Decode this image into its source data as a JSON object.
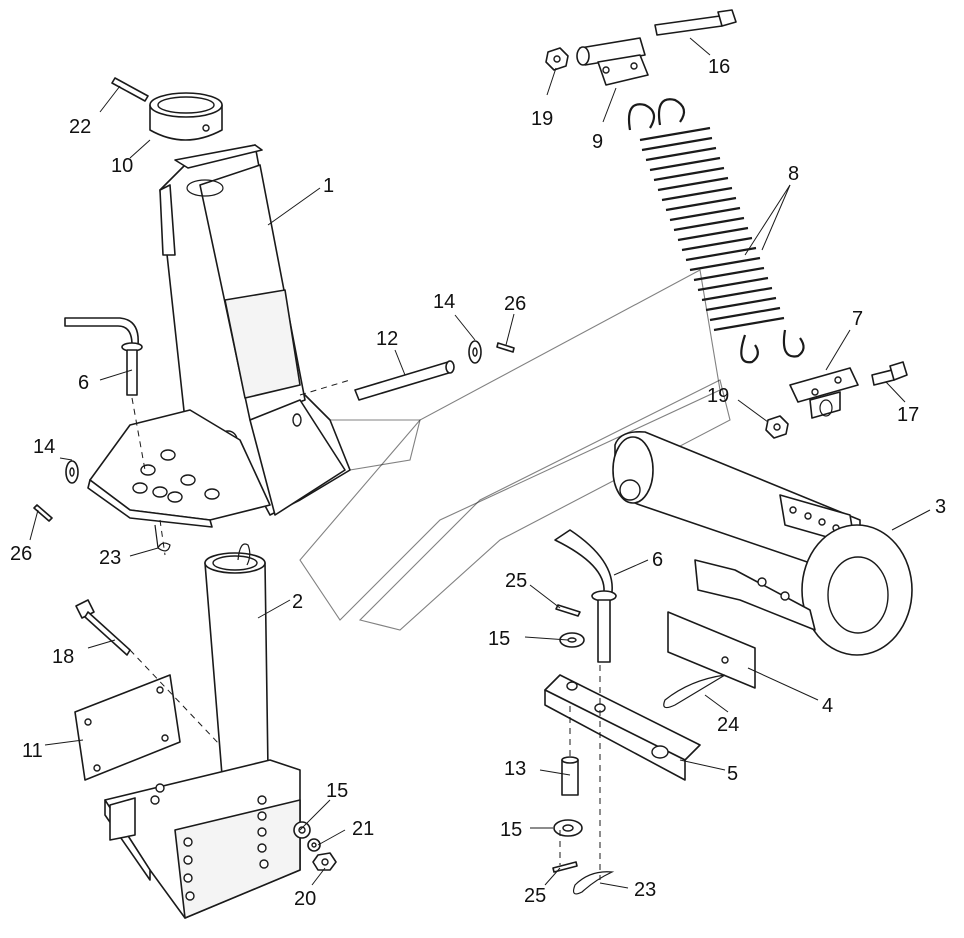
{
  "labels": {
    "l1": "1",
    "l2": "2",
    "l3": "3",
    "l4": "4",
    "l5": "5",
    "l6a": "6",
    "l6b": "6",
    "l7": "7",
    "l8": "8",
    "l9": "9",
    "l10": "10",
    "l11": "11",
    "l12": "12",
    "l13": "13",
    "l14a": "14",
    "l14b": "14",
    "l15a": "15",
    "l15b": "15",
    "l15c": "15",
    "l16": "16",
    "l17": "17",
    "l18": "18",
    "l19a": "19",
    "l19b": "19",
    "l20": "20",
    "l21": "21",
    "l22": "22",
    "l23a": "23",
    "l23b": "23",
    "l24": "24",
    "l25a": "25",
    "l25b": "25",
    "l26a": "26",
    "l26b": "26"
  },
  "watermark": "logo-watermark"
}
